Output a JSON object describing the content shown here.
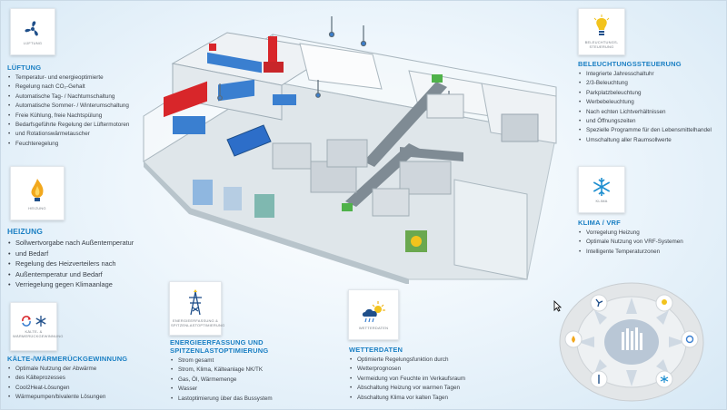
{
  "colors": {
    "accent": "#1a7fc3",
    "text": "#3b4149",
    "background": "#eef6fc",
    "hvac_red": "#d8262a",
    "hvac_blue": "#3a7fd0",
    "green": "#4fb24a"
  },
  "tiles": {
    "lueftung": {
      "caption": "LÜFTUNG",
      "icon": "fan-icon"
    },
    "heizung": {
      "caption": "HEIZUNG",
      "icon": "flame-icon"
    },
    "kaelte": {
      "caption": "KÄLTE- & WÄRMERÜCKGEWINNUNG",
      "icon": "snowflake-icon"
    },
    "energie": {
      "caption": "ENERGIEERFASSUNG & SPITZENLASTOPTIMIERUNG",
      "icon": "power-tower-icon"
    },
    "wetter": {
      "caption": "WETTERDATEN",
      "icon": "weather-icon"
    },
    "beleuchtung": {
      "caption": "BELEUCHTUNGS-STEUERUNG",
      "icon": "bulb-icon"
    },
    "klima": {
      "caption": "KLIMA",
      "icon": "snowflake-icon"
    }
  },
  "sections": {
    "lueftung": {
      "title": "LÜFTUNG",
      "items": [
        "Temperatur- und energieoptimierte",
        "Regelung nach CO₂-Gehalt",
        "Automatische Tag- / Nachtumschaltung",
        "Automatische Sommer- / Winterumschaltung",
        "Freie Kühlung, freie Nachtspülung",
        "Bedarfsgeführte Regelung der Lüftermotoren",
        "und Rotationswärmetauscher",
        "Feuchteregelung"
      ]
    },
    "heizung": {
      "title": "HEIZUNG",
      "items": [
        "Sollwertvorgabe nach Außentemperatur",
        "und Bedarf",
        "Regelung des Heizverteilers nach",
        "Außentemperatur und Bedarf",
        "Verriegelung gegen Klimaanlage"
      ]
    },
    "kaelte": {
      "title": "KÄLTE-/WÄRMERÜCKGEWINNUNG",
      "items": [
        "Optimale Nutzung der Abwärme",
        "des Kälteprozesses",
        "Cool2Heat-Lösungen",
        "Wärmepumpen/bivalente Lösungen"
      ]
    },
    "energie": {
      "title_line1": "ENERGIEERFASSUNG UND",
      "title_line2": "SPITZENLASTOPTIMIERUNG",
      "items": [
        "Strom gesamt",
        "Strom, Klima, Kälteanlage NK/TK",
        "Gas, Öl, Wärmemenge",
        "Wasser",
        "Lastoptimierung über das Bussystem"
      ]
    },
    "wetter": {
      "title": "WETTERDATEN",
      "items": [
        "Optimierte Regelungsfunktion durch",
        "Wetterprognosen",
        "Vermeidung von Feuchte im Verkaufsraum",
        "Abschaltung Heizung vor warmen Tagen",
        "Abschaltung Klima vor kalten Tagen"
      ]
    },
    "beleuchtung": {
      "title": "BELEUCHTUNGSSTEUERUNG",
      "items": [
        "Integrierte Jahresschaltuhr",
        "2/3-Beleuchtung",
        "Parkplatzbeleuchtung",
        "Werbebeleuchtung",
        "Nach echten Lichtverhältnissen",
        "und Öffnungszeiten",
        "Spezielle Programme für den Lebensmittelhandel",
        "Umschaltung aller Raumsollwerte"
      ]
    },
    "klima": {
      "title": "KLIMA / VRF",
      "items": [
        "Vorregelung Heizung",
        "Optimale Nutzung von VRF-Systemen",
        "Intelligente Temperaturzonen"
      ]
    }
  }
}
